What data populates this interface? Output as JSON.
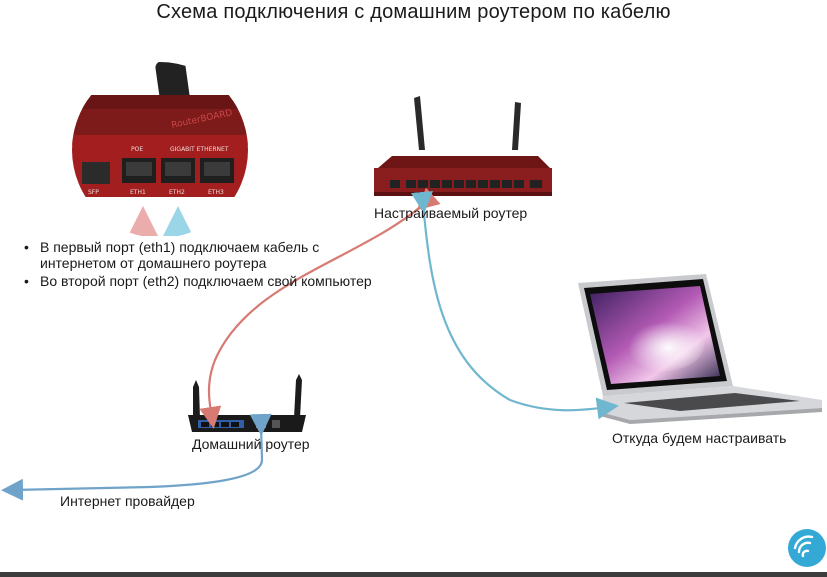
{
  "title": "Схема подключения с домашним роутером по кабелю",
  "port_closeup": {
    "brand_text": "RouterBOARD",
    "header_labels": [
      "POE",
      "GIGABIT ETHERNET"
    ],
    "port_labels": [
      "ETH1",
      "ETH2",
      "ETH3"
    ],
    "side_label": "SFP"
  },
  "devices": {
    "configured_router": "Настраиваемый роутер",
    "home_router": "Домашний роутер",
    "laptop": "Откуда будем настраивать",
    "isp": "Интернет провайдер"
  },
  "bullets": [
    "В первый порт (eth1) подключаем кабель с интернетом от домашнего роутера",
    "Во второй порт (eth2) подключаем свой компьютер"
  ],
  "colors": {
    "red_cable": "#d77a72",
    "blue_cable": "#6fb6cf",
    "isp_cable": "#6fa3c9",
    "router_body": "#8a1d1d",
    "logo_badge": "#35a9d6"
  },
  "icons": {
    "logo": "wifi-icon"
  }
}
